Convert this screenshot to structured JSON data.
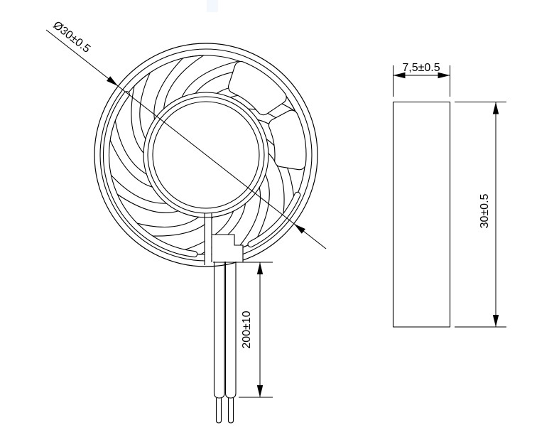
{
  "drawing": {
    "background_color": "#ffffff",
    "line_color": "#000000",
    "front_view": {
      "description": "round blower fan front view",
      "blade_count": 11,
      "dimensions": {
        "diameter": "Ø30±0.5",
        "lead_length": "200±10"
      },
      "lead_wire_count": 2
    },
    "side_view": {
      "description": "fan side profile",
      "dimensions": {
        "thickness": "7,5±0.5",
        "height": "30±0.5"
      }
    },
    "artifact_color": "#f2f8fd"
  }
}
